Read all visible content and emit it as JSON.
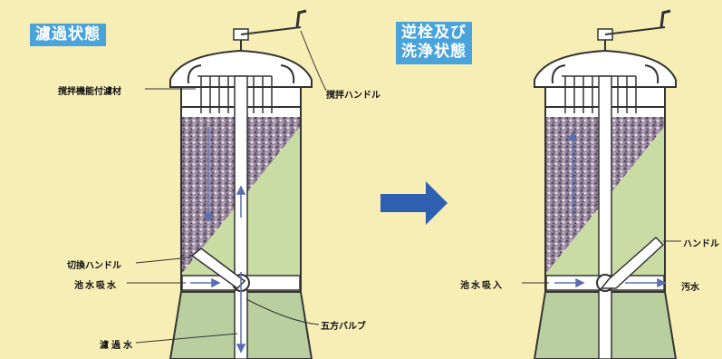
{
  "titles": {
    "filtration": "濾過状態",
    "backwash_line1": "逆栓及び",
    "backwash_line2": "洗浄状態"
  },
  "labels": {
    "stirring_filter": "撹拌機能付濾材",
    "stirring_handle": "撹拌ハンドル",
    "switch_handle": "切換ハンドル",
    "pond_water_intake_left": "池水吸水",
    "filtered_water": "濾過水",
    "five_way_valve": "五方バルブ",
    "pond_water_intake_right": "池水吸入",
    "handle": "ハンドル",
    "dirty_water": "汚水"
  },
  "colors": {
    "background": "#f7eeb6",
    "title_bg": "#4aa3db",
    "media": "#8d7e95",
    "water": "#c9dca3",
    "lower": "#b9cfa0",
    "white": "#ffffff",
    "arrow": "#2f5fb0"
  }
}
